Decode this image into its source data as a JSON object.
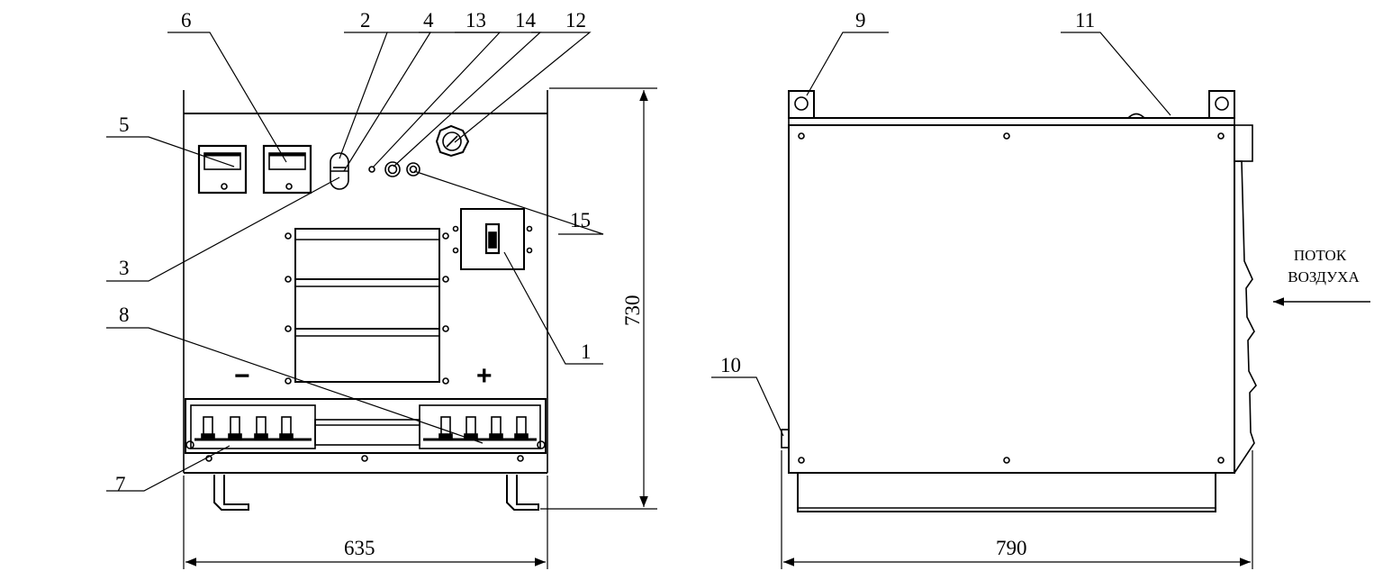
{
  "front_view": {
    "callouts": {
      "c1": "1",
      "c2": "2",
      "c3": "3",
      "c4": "4",
      "c5": "5",
      "c6": "6",
      "c7": "7",
      "c8": "8",
      "c12": "12",
      "c13": "13",
      "c14": "14",
      "c15": "15"
    },
    "width_dimension": "635",
    "height_dimension": "730",
    "minus_sign": "−",
    "plus_sign": "+"
  },
  "side_view": {
    "callouts": {
      "c9": "9",
      "c10": "10",
      "c11": "11"
    },
    "width_dimension": "790",
    "airflow_line1": "ПОТОК",
    "airflow_line2": "ВОЗДУХА"
  }
}
